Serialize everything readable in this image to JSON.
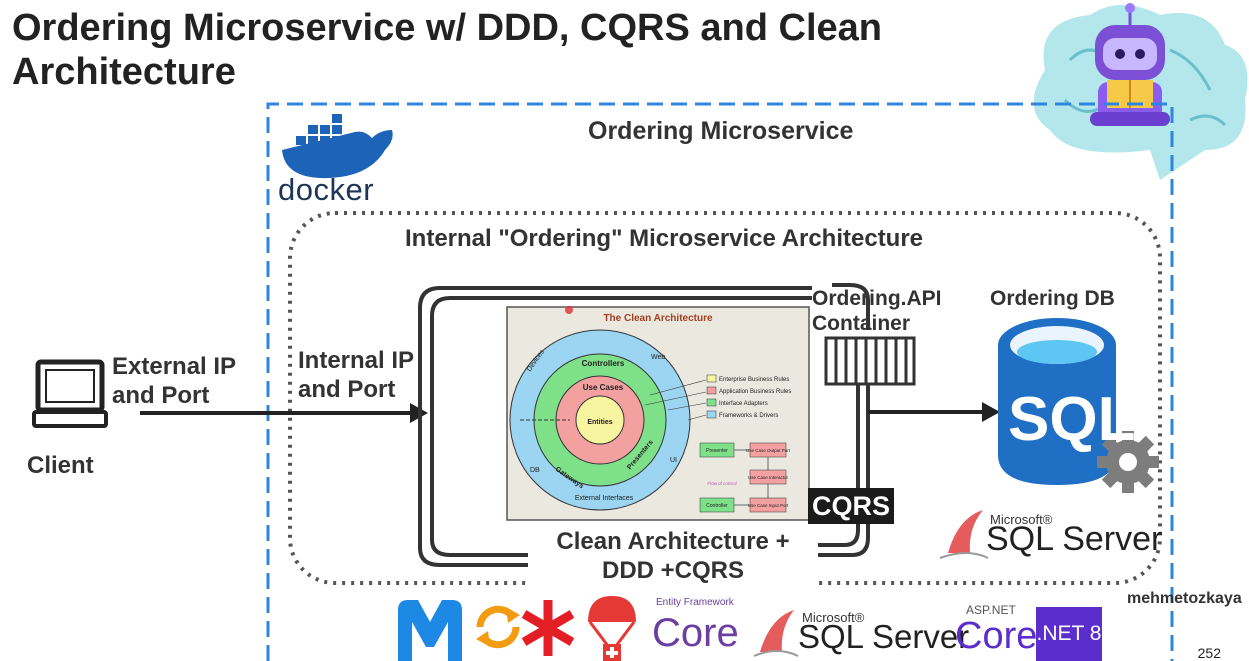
{
  "title": "Ordering Microservice w/ DDD, CQRS and Clean Architecture",
  "container": {
    "label": "Ordering Microservice",
    "docker_label": "docker",
    "inner_label": "Internal \"Ordering\" Microservice Architecture"
  },
  "client": {
    "label": "Client",
    "external_ip_label": "External IP and Port",
    "internal_ip_label": "Internal IP and Port"
  },
  "clean_arch": {
    "title": "The Clean Architecture",
    "rings": [
      "Entities",
      "Use Cases",
      "Controllers",
      "Gateways",
      "Presenters",
      "Devices",
      "Web",
      "DB",
      "UI",
      "External Interfaces"
    ],
    "legend": [
      "Enterprise Business Rules",
      "Application Business Rules",
      "Interface Adapters",
      "Frameworks & Drivers"
    ],
    "flow": [
      "Presenter",
      "Use Case Output Port",
      "Use Case Interactor",
      "Controller",
      "Use Case Input Port",
      "Flow of control"
    ],
    "caption": "Clean Architecture + DDD +CQRS"
  },
  "api_container": {
    "label": "Ordering.API Container"
  },
  "cqrs_badge": "CQRS",
  "database": {
    "label": "Ordering DB",
    "icon_text": "SQL",
    "vendor_small": "Microsoft®",
    "vendor_big": "SQL Server"
  },
  "author": "mehmetozkaya",
  "page_number": "252",
  "tech_logos": {
    "ef_label": "Entity Framework",
    "ef_core": "Core",
    "sql_small": "Microsoft®",
    "sql_big": "SQL Server",
    "aspnet_label": "ASP.NET",
    "aspnet_core": "Core",
    "dotnet": ".NET 8"
  },
  "colors": {
    "outer_border": "#2e86de",
    "entities": "#f8f5a0",
    "use_cases": "#f3a0a0",
    "adapters": "#7fe08a",
    "frameworks": "#9bd5f2",
    "sql_blue": "#1f6fc5"
  }
}
